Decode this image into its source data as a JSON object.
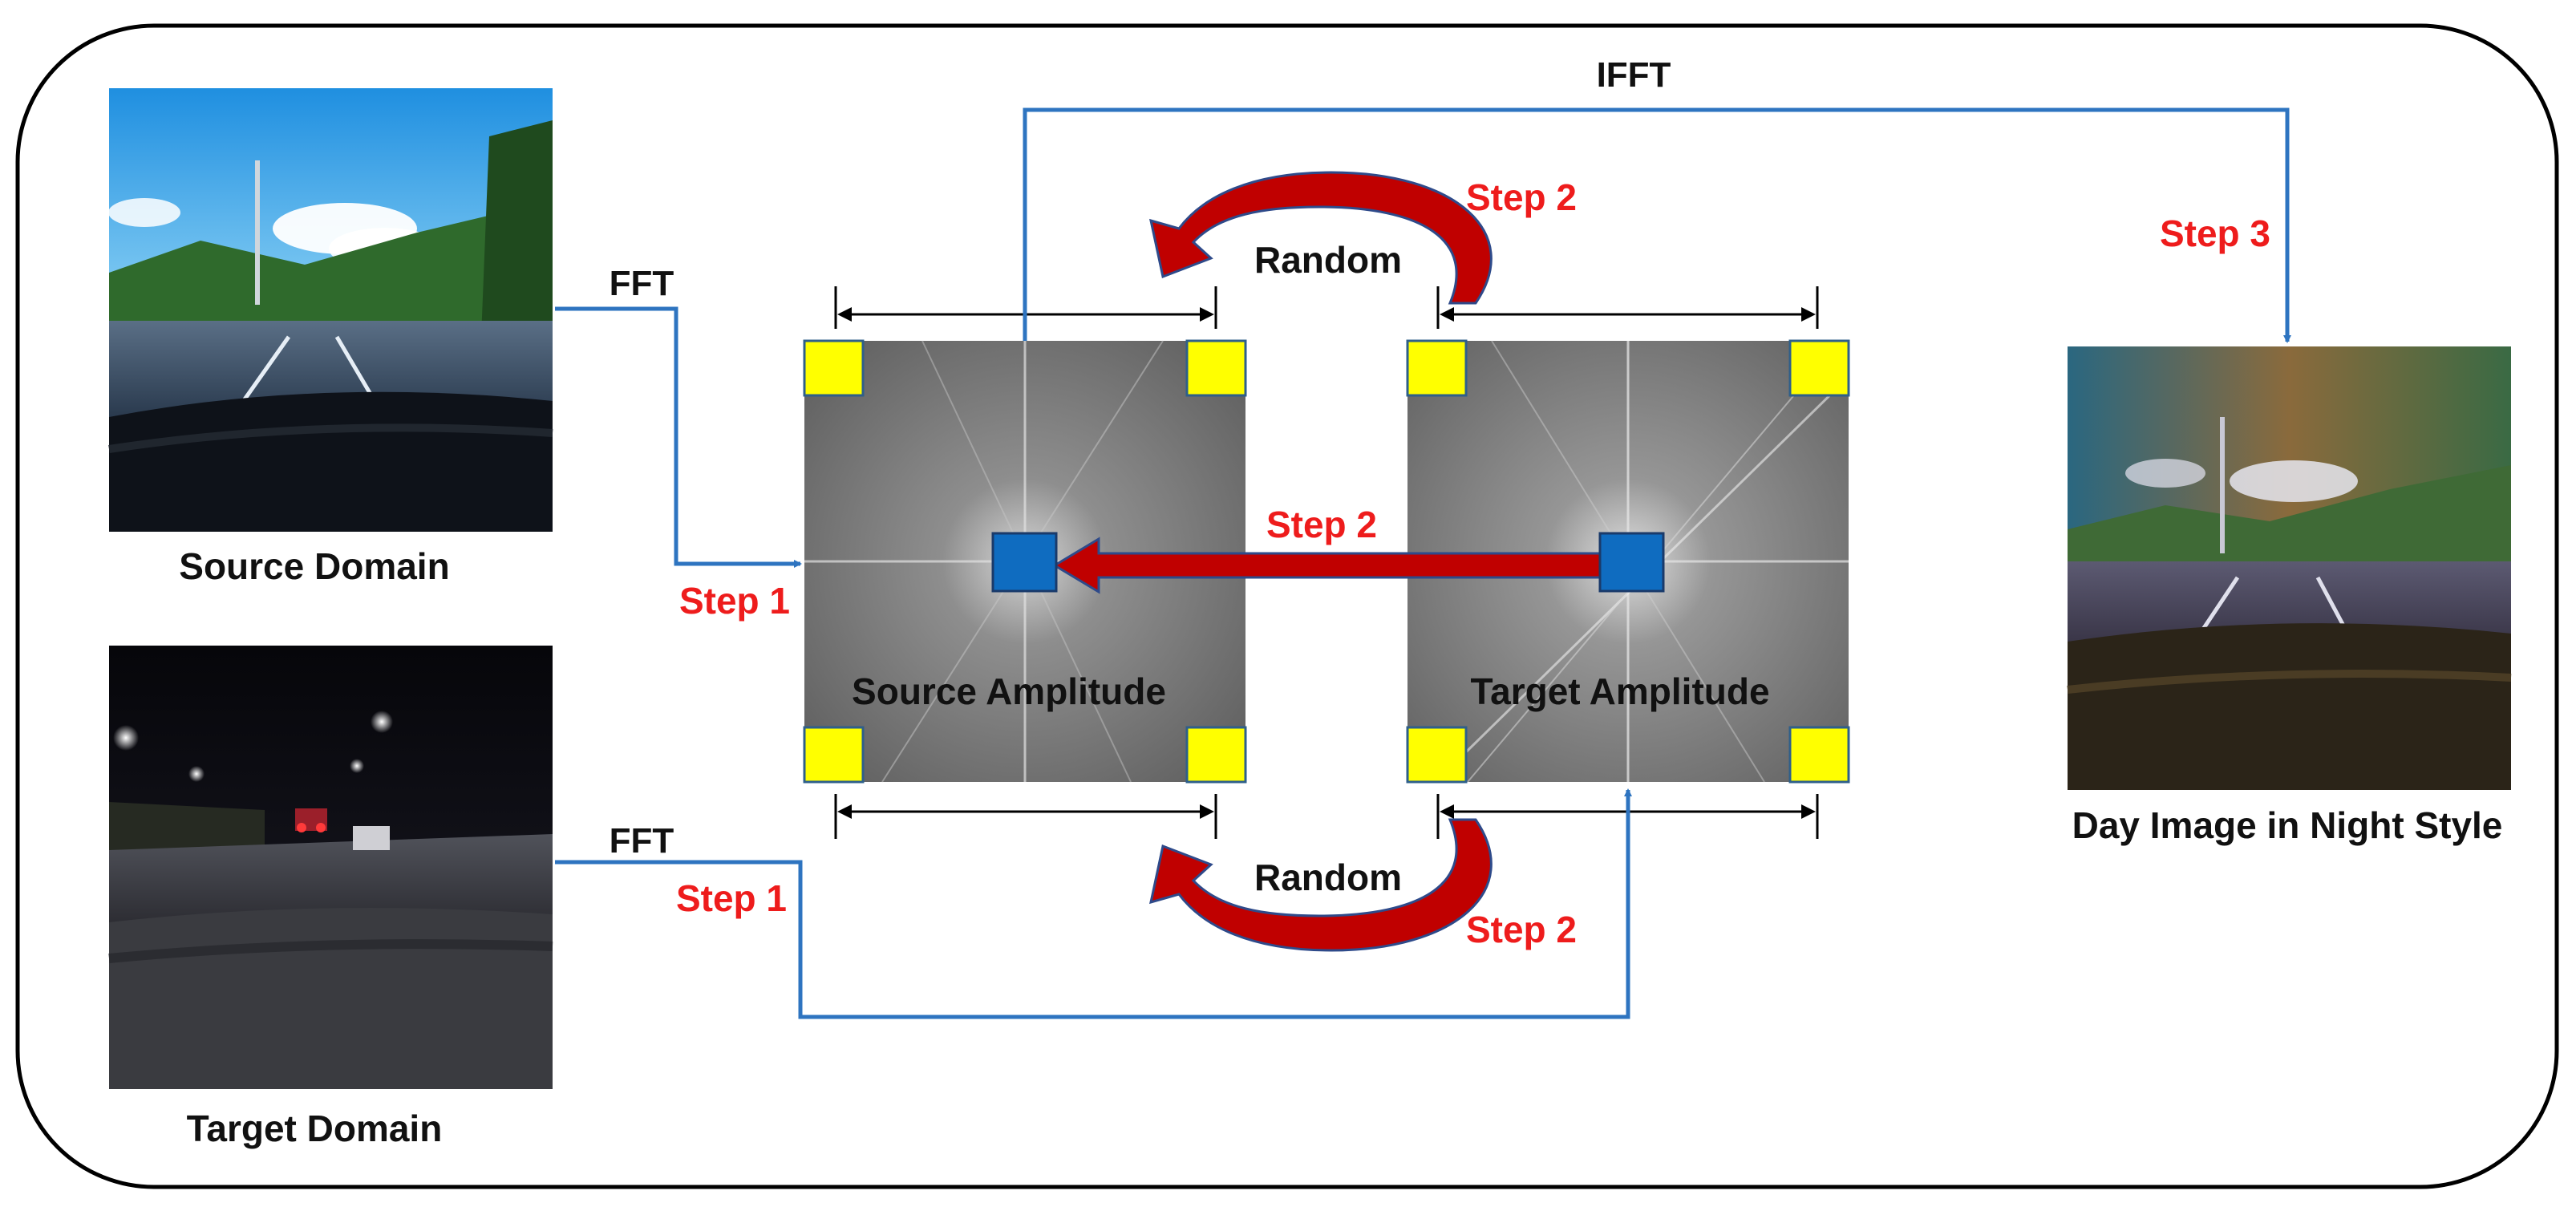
{
  "labels": {
    "source_domain": "Source Domain",
    "target_domain": "Target Domain",
    "source_amplitude": "Source Amplitude",
    "target_amplitude": "Target Amplitude",
    "output_image": "Day Image in Night Style",
    "fft_top": "FFT",
    "fft_bottom": "FFT",
    "ifft": "IFFT",
    "random_top": "Random",
    "random_bottom": "Random"
  },
  "steps": {
    "step1_top": "Step 1",
    "step1_bottom": "Step 1",
    "step2_top_arc": "Step 2",
    "step2_swap": "Step 2",
    "step2_bottom_arc": "Step 2",
    "step3": "Step 3"
  },
  "colors": {
    "flow_arrow": "#2e74c0",
    "step_text": "#ee1c1c",
    "swap_arrow": "#c00000",
    "corner_square": "#ffff00",
    "center_square": "#0f6cc0",
    "frame": "#000000"
  }
}
